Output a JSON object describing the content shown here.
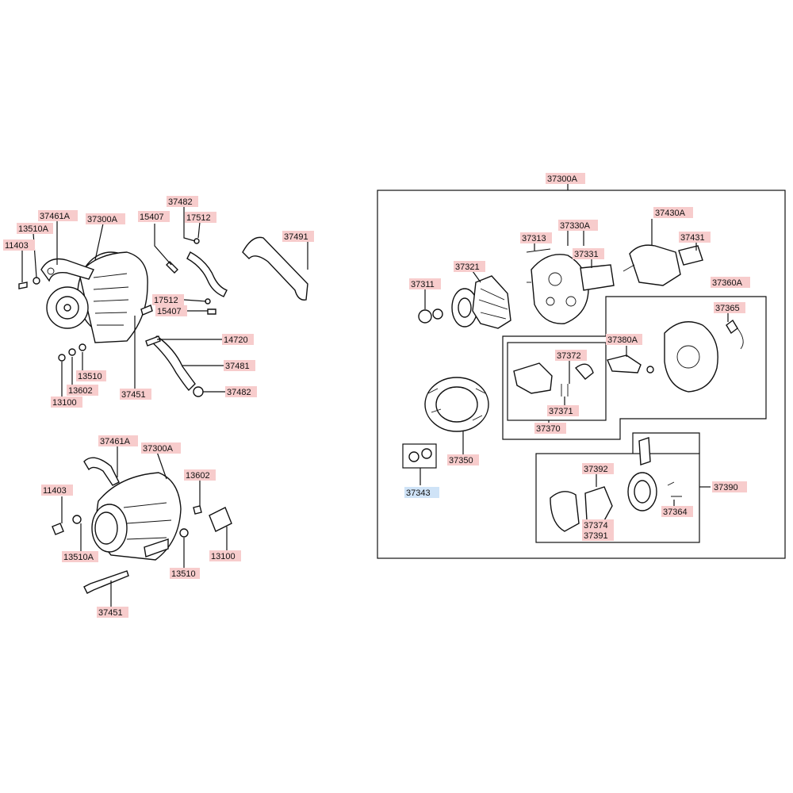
{
  "colors": {
    "label_bg": "#f7cccc",
    "label_highlight_bg": "#cfe3f7",
    "line": "#111111"
  },
  "labels": {
    "l37461A_a": "37461A",
    "l37300A_a": "37300A",
    "l13510A_a": "13510A",
    "l11403_a": "11403",
    "l15407_a": "15407",
    "l37482_a": "37482",
    "l17512_a": "17512",
    "l37491": "37491",
    "l17512_b": "17512",
    "l15407_b": "15407",
    "l14720": "14720",
    "l37481": "37481",
    "l37482_b": "37482",
    "l13510_a": "13510",
    "l13602_a": "13602",
    "l13100_a": "13100",
    "l37451_a": "37451",
    "l37461A_b": "37461A",
    "l37300A_b": "37300A",
    "l11403_b": "11403",
    "l13602_b": "13602",
    "l13510A_b": "13510A",
    "l13510_b": "13510",
    "l13100_b": "13100",
    "l37451_b": "37451",
    "l37300A_box": "37300A",
    "l37430A": "37430A",
    "l37330A": "37330A",
    "l37313": "37313",
    "l37431": "37431",
    "l37331": "37331",
    "l37321": "37321",
    "l37311": "37311",
    "l37360A": "37360A",
    "l37365": "37365",
    "l37380A": "37380A",
    "l37372": "37372",
    "l37371": "37371",
    "l37370": "37370",
    "l37350": "37350",
    "l37343": "37343",
    "l37392": "37392",
    "l37390": "37390",
    "l37374": "37374",
    "l37364": "37364",
    "l37391": "37391"
  }
}
